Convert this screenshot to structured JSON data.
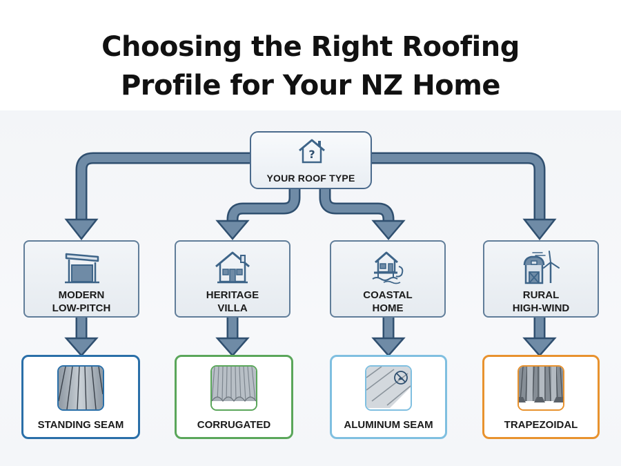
{
  "title": {
    "line1": "Choosing the Right Roofing",
    "line2": "Profile for Your NZ Home"
  },
  "root": {
    "label": "YOUR ROOF TYPE",
    "icon": "house-question-icon"
  },
  "categories": [
    {
      "line1": "MODERN",
      "line2": "LOW-PITCH",
      "icon": "modern-house-icon"
    },
    {
      "line1": "HERITAGE",
      "line2": "VILLA",
      "icon": "villa-house-icon"
    },
    {
      "line1": "COASTAL",
      "line2": "HOME",
      "icon": "coastal-house-icon"
    },
    {
      "line1": "RURAL",
      "line2": "HIGH-WIND",
      "icon": "barn-windmill-icon"
    }
  ],
  "profiles": [
    {
      "label": "STANDING SEAM",
      "color": "#2a6fa8",
      "icon": "standing-seam-texture-icon"
    },
    {
      "label": "CORRUGATED",
      "color": "#5aa65a",
      "icon": "corrugated-texture-icon"
    },
    {
      "label": "ALUMINUM SEAM",
      "color": "#7fbfe0",
      "icon": "aluminum-seam-texture-icon"
    },
    {
      "label": "TRAPEZOIDAL",
      "color": "#e8922e",
      "icon": "trapezoidal-texture-icon"
    }
  ],
  "colors": {
    "arrow_fill": "#6f8ba6",
    "arrow_stroke": "#2f4f6f",
    "box_border": "#607d99"
  }
}
